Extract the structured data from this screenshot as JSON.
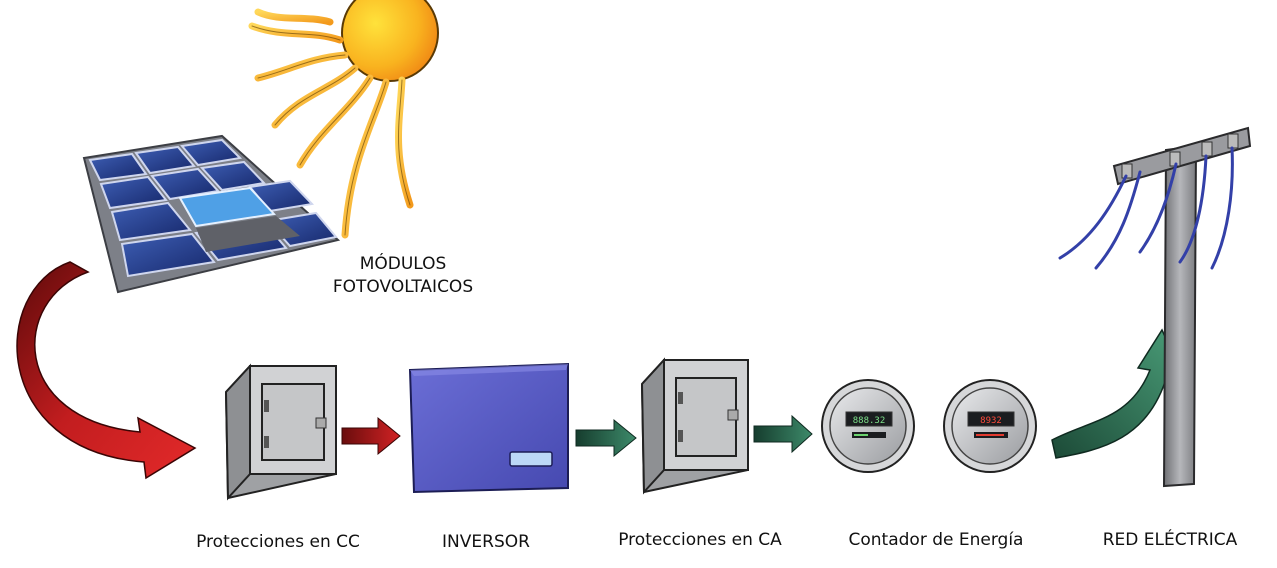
{
  "labels": {
    "modules_line1": "MÓDULOS",
    "modules_line2": "FOTOVOLTAICOS",
    "dc_protection": "Protecciones en CC",
    "inverter": "INVERSOR",
    "ac_protection": "Protecciones en CA",
    "meter": "Contador de Energía",
    "grid": "RED ELÉCTRICA"
  },
  "meter_displays": {
    "meter_1": "888.32",
    "meter_2": "8932"
  },
  "colors": {
    "dc_arrow": "#b0191c",
    "ac_arrow": "#2f6e55",
    "inverter": "#5a5cc4",
    "panel": "#223a86",
    "sun": "#f6a11a",
    "cabinet": "#c9cbcd",
    "pole": "#8d8e92",
    "wires": "#3340a8"
  }
}
